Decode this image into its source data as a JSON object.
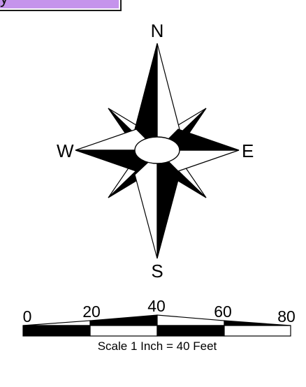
{
  "header_tab": {
    "text": "y",
    "fill_color": "#c594ec"
  },
  "compass": {
    "north": "N",
    "south": "S",
    "east": "E",
    "west": "W"
  },
  "scale_bar": {
    "ticks": [
      "0",
      "20",
      "40",
      "60",
      "80"
    ],
    "caption": "Scale  1 Inch = 40 Feet"
  },
  "colors": {
    "ink": "#000000",
    "paper": "#ffffff"
  }
}
